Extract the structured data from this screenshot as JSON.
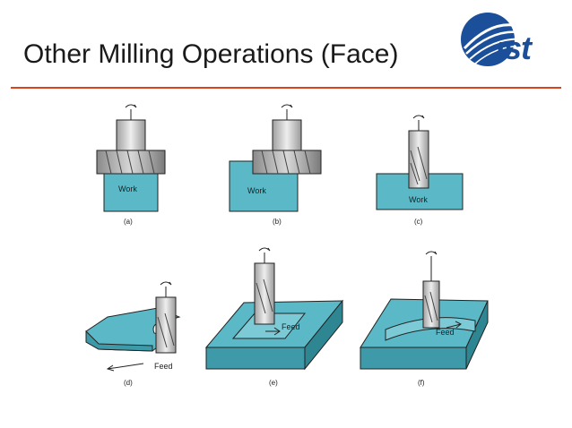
{
  "slide": {
    "title": "Other Milling Operations (Face)",
    "accent_color": "#d9441f",
    "logo_text": "ist",
    "logo_color": "#1b4f9a"
  },
  "figure": {
    "work_label": "Work",
    "feed_label": "Feed",
    "panels": [
      "(a)",
      "(b)",
      "(c)",
      "(d)",
      "(e)",
      "(f)"
    ],
    "work_color": "#5bb8c6"
  }
}
